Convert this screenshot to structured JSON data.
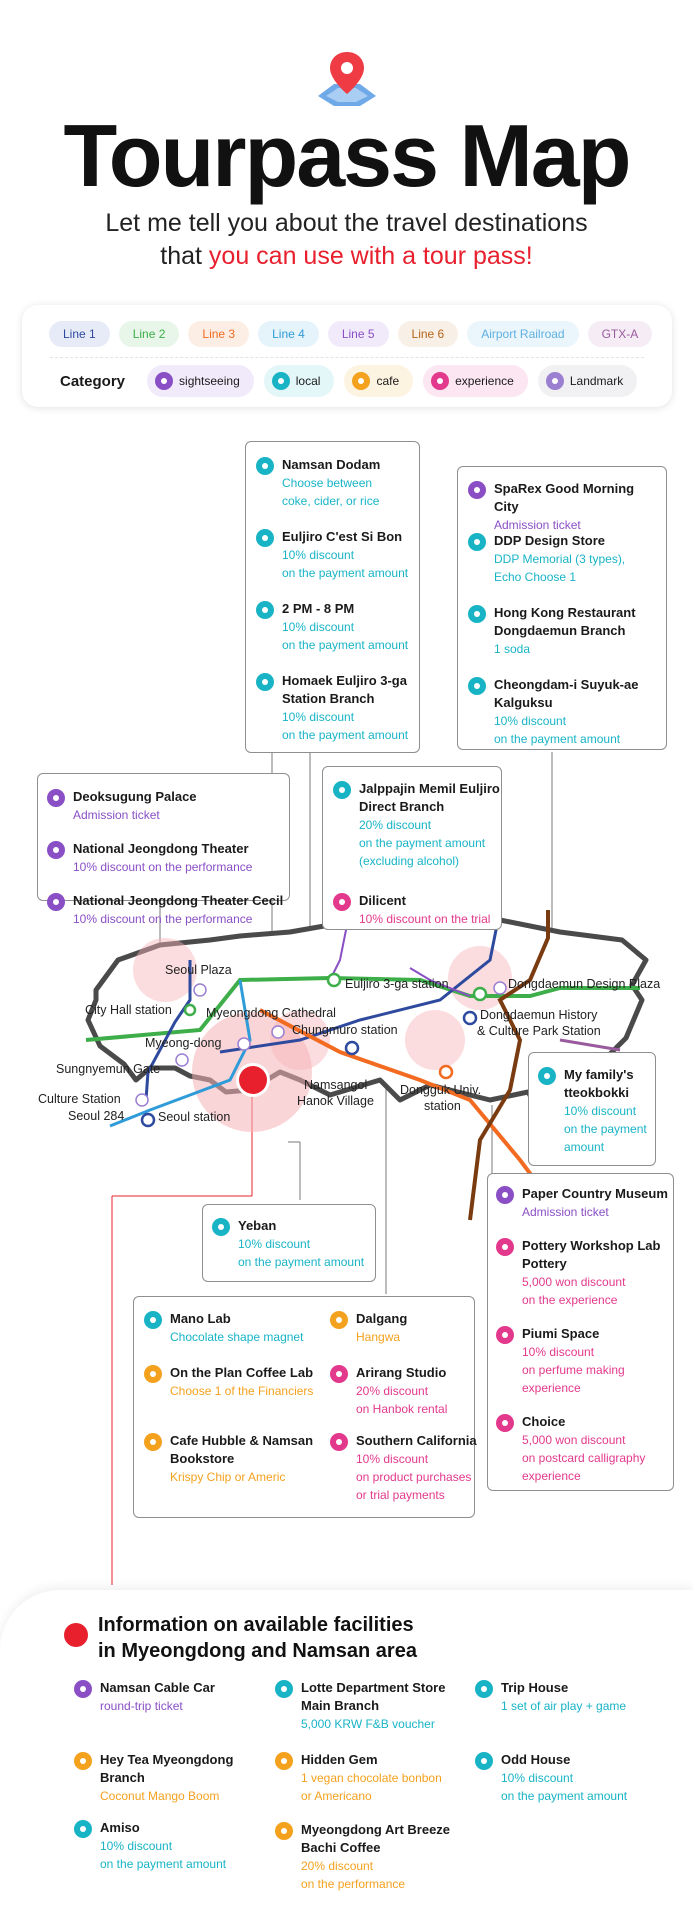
{
  "header": {
    "title": "Tourpass Map",
    "subtitle_line1": "Let me tell you about the travel destinations",
    "subtitle_line2_plain": "that ",
    "subtitle_line2_highlight": "you can use with a tour pass!"
  },
  "legend": {
    "lines": [
      {
        "label": "Line 1",
        "color": "#2e4a9e",
        "bg": "#e6ebf7"
      },
      {
        "label": "Line 2",
        "color": "#3dae49",
        "bg": "#e8f6ea"
      },
      {
        "label": "Line 3",
        "color": "#f26b21",
        "bg": "#fdeee5"
      },
      {
        "label": "Line 4",
        "color": "#2f9bd8",
        "bg": "#e5f3fb"
      },
      {
        "label": "Line 5",
        "color": "#8a4fc5",
        "bg": "#f1eafa"
      },
      {
        "label": "Line 6",
        "color": "#b7651b",
        "bg": "#f8efe6"
      },
      {
        "label": "Airport Railroad",
        "color": "#5fb0e0",
        "bg": "#ebf5fc"
      },
      {
        "label": "GTX-A",
        "color": "#9a5b9e",
        "bg": "#f5ecf5"
      }
    ],
    "category_label": "Category",
    "categories": [
      {
        "label": "sightseeing",
        "color": "#8a4fc5",
        "bg": "#f1eafa",
        "icon": "pin-icon"
      },
      {
        "label": "local",
        "color": "#18b4c6",
        "bg": "#e3f6f8",
        "icon": "pin-icon"
      },
      {
        "label": "cafe",
        "color": "#f4a11e",
        "bg": "#fdf3e1",
        "icon": "pin-icon"
      },
      {
        "label": "experience",
        "color": "#e3398c",
        "bg": "#fce6f1",
        "icon": "pin-icon"
      },
      {
        "label": "Landmark",
        "color": "#9b7fd0",
        "bg": "#f1f1f3",
        "icon": "star-icon"
      }
    ]
  },
  "map": {
    "stations": {
      "seoul_plaza": "Seoul Plaza",
      "city_hall": "City Hall station",
      "myeongdong_cathedral": "Myeongdong Cathedral",
      "euljiro3ga": "Euljiro 3-ga station",
      "ddp": "Dongdaemun Design Plaza",
      "myeongdong": "Myeong-dong",
      "chungmuro": "Chungmuro station",
      "ddhcp1": "Dongdaemun History",
      "ddhcp2": "& Culture Park Station",
      "sungnyemun": "Sungnyemun Gate",
      "namsangol1": "Namsangol",
      "namsangol2": "Hanok Village",
      "dongguk1": "Dongguk Univ.",
      "dongguk2": "station",
      "culture1": "Culture Station",
      "culture2": "Seoul 284",
      "seoul_station": "Seoul station"
    }
  },
  "boxes": {
    "euljiro": [
      {
        "name": "Namsan Dodam",
        "desc": [
          "Choose between",
          "coke, cider, or rice"
        ]
      },
      {
        "name": "Euljiro C'est Si Bon",
        "desc": [
          "10% discount",
          "on the payment amount"
        ]
      },
      {
        "name": "2 PM - 8 PM",
        "desc": [
          "10% discount",
          "on the payment amount"
        ]
      },
      {
        "name": "Homaek Euljiro 3-ga Station Branch",
        "desc": [
          "10% discount",
          "on the payment amount"
        ]
      }
    ],
    "ddp": [
      {
        "name": "SpaRex Good Morning City",
        "desc": [
          "Admission ticket"
        ]
      },
      {
        "name": "DDP Design Store",
        "desc": [
          "DDP Memorial (3 types),",
          "Echo Choose 1"
        ]
      },
      {
        "name": "Hong Kong Restaurant Dongdaemun Branch",
        "desc": [
          "1 soda"
        ]
      },
      {
        "name": "Cheongdam-i Suyuk-ae Kalguksu",
        "desc": [
          "10% discount",
          "on the payment amount"
        ]
      }
    ],
    "cityhall": [
      {
        "name": "Deoksugung Palace",
        "desc": [
          "Admission ticket"
        ]
      },
      {
        "name": "National Jeongdong Theater",
        "desc": [
          "10% discount on the performance"
        ]
      },
      {
        "name": "National Jeongdong Theater Cecil",
        "desc": [
          "10% discount on the performance"
        ]
      }
    ],
    "jalppajin": [
      {
        "name": "Jalppajin Memil Euljiro Direct Branch",
        "desc": [
          "20% discount",
          "on the payment amount",
          "(excluding alcohol)"
        ]
      },
      {
        "name": "Dilicent",
        "desc": [
          "10% discount on the trial"
        ]
      }
    ],
    "family": [
      {
        "name": "My family's tteokbokki",
        "desc": [
          "10% discount",
          "on the payment",
          "amount"
        ]
      }
    ],
    "yeban": [
      {
        "name": "Yeban",
        "desc": [
          "10% discount",
          "on the payment amount"
        ]
      }
    ],
    "namsangol_left": [
      {
        "name": "Mano Lab",
        "desc": [
          "Chocolate shape magnet"
        ]
      },
      {
        "name": "On the Plan Coffee Lab",
        "desc": [
          "Choose 1 of the Financiers"
        ]
      },
      {
        "name": "Cafe Hubble & Namsan Bookstore",
        "desc": [
          "Krispy Chip or Americ"
        ]
      }
    ],
    "namsangol_right": [
      {
        "name": "Dalgang",
        "desc": [
          "Hangwa"
        ]
      },
      {
        "name": "Arirang Studio",
        "desc": [
          "20% discount",
          "on Hanbok rental"
        ]
      },
      {
        "name": "Southern California",
        "desc": [
          "10% discount",
          "on product purchases",
          "or trial payments"
        ]
      }
    ],
    "dongguk": [
      {
        "name": "Paper Country Museum",
        "desc": [
          "Admission ticket"
        ]
      },
      {
        "name": "Pottery Workshop Lab Pottery",
        "desc": [
          "5,000 won discount",
          "on the experience"
        ]
      },
      {
        "name": "Piumi Space",
        "desc": [
          "10% discount",
          "on perfume making",
          "experience"
        ]
      },
      {
        "name": "Choice",
        "desc": [
          "5,000 won discount",
          "on postcard calligraphy",
          "experience"
        ]
      }
    ]
  },
  "facilities": {
    "title_line1": "Information on available facilities",
    "title_line2": "in Myeongdong and Namsan area",
    "col1": [
      {
        "name": "Namsan Cable Car",
        "desc": [
          "round-trip ticket"
        ]
      },
      {
        "name": "Hey Tea Myeongdong Branch",
        "desc": [
          "Coconut Mango Boom"
        ]
      },
      {
        "name": "Amiso",
        "desc": [
          "10% discount",
          "on the payment amount"
        ]
      }
    ],
    "col2": [
      {
        "name": "Lotte Department Store Main Branch",
        "desc": [
          "5,000 KRW F&B voucher"
        ]
      },
      {
        "name": "Hidden Gem",
        "desc": [
          "1 vegan chocolate bonbon",
          "or Americano"
        ]
      },
      {
        "name": "Myeongdong Art Breeze Bachi Coffee",
        "desc": [
          "20% discount",
          "on the performance"
        ]
      }
    ],
    "col3": [
      {
        "name": "Trip House",
        "desc": [
          "1 set of air play + game"
        ]
      },
      {
        "name": "Odd House",
        "desc": [
          "10% discount",
          "on the payment amount"
        ]
      }
    ]
  }
}
